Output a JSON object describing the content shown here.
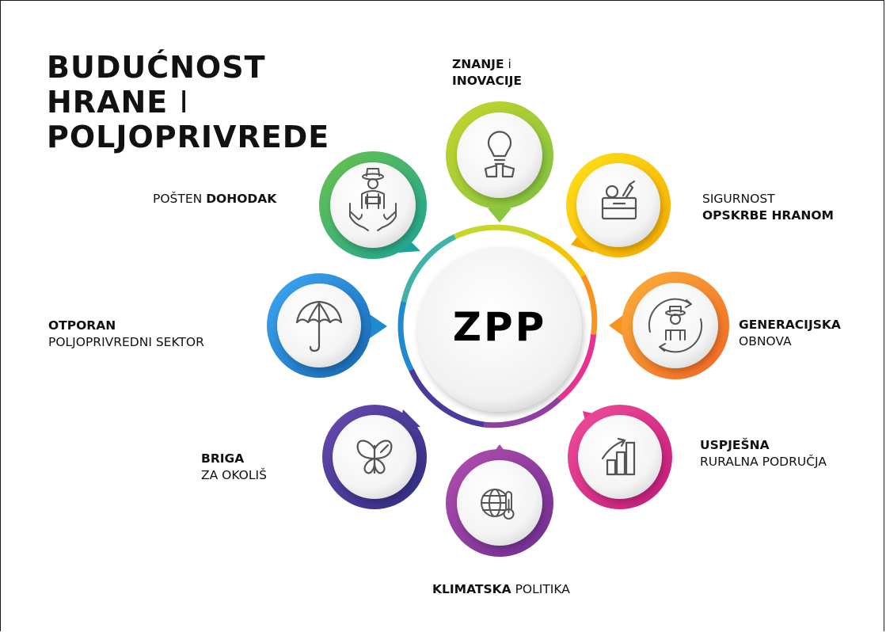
{
  "title": {
    "line1": "BUDUĆNOST",
    "line2": "HRANE",
    "line2_conj": "I",
    "line3": "POLJOPRIVREDE"
  },
  "center": {
    "label": "ZPP"
  },
  "colors": {
    "yellow_green": "#9bc53d",
    "yellow": "#f5c400",
    "orange": "#f7941d",
    "pink": "#e8328f",
    "purple": "#8e3fa0",
    "indigo": "#4b3a9a",
    "blue": "#1f8ad0",
    "teal": "#3fb3a6"
  },
  "topics": [
    {
      "id": "knowledge",
      "bold": "ZNANJE",
      "normal": "i",
      "bold2": "INOVACIJE",
      "icon": "lightbulb-icon",
      "color": "#9bc53d"
    },
    {
      "id": "food-security",
      "normal": "SIGURNOST",
      "bold": "OPSKRBE HRANOM",
      "icon": "food-crate-icon",
      "color": "#f5c400"
    },
    {
      "id": "generational-renewal",
      "bold": "GENERACIJSKA",
      "normal": "OBNOVA",
      "icon": "farmer-renewal-icon",
      "color": "#f7941d"
    },
    {
      "id": "rural-areas",
      "bold": "USPJEŠNA",
      "normal": "RURALNA PODRUČJA",
      "icon": "growth-chart-icon",
      "color": "#e8328f"
    },
    {
      "id": "climate",
      "bold": "KLIMATSKA",
      "normal": "POLITIKA",
      "icon": "globe-thermometer-icon",
      "color": "#8e3fa0"
    },
    {
      "id": "environment",
      "bold": "BRIGA",
      "normal": "ZA OKOLIŠ",
      "icon": "butterfly-icon",
      "color": "#4b3a9a"
    },
    {
      "id": "resilient",
      "bold": "OTPORAN",
      "normal": "POLJOPRIVREDNI SEKTOR",
      "icon": "umbrella-icon",
      "color": "#1f8ad0"
    },
    {
      "id": "fair-income",
      "normal": "POŠTEN",
      "bold": "DOHODAK",
      "icon": "farmer-hands-icon",
      "color": "#3fb3a6"
    }
  ]
}
